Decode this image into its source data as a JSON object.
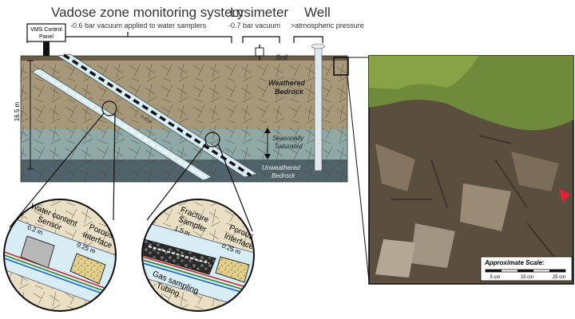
{
  "headers": {
    "vms_title": "Vadose zone monitoring system",
    "vms_sub": "-0.6 bar vacuum applied to water samplers",
    "lys_title": "Lysimeter",
    "lys_sub": "-0.7 bar vacuum",
    "well_title": "Well",
    "well_sub": ">atmospheric pressure"
  },
  "labels": {
    "control_panel": [
      "VMS Control",
      "Panel"
    ],
    "depth": "16.5 m",
    "pipe_dim": "0.25 m",
    "soil": "Soil",
    "weathered": [
      "Weathered",
      "Bedrock"
    ],
    "seasonal": [
      "Seasonally",
      "Saturated"
    ],
    "unweathered": [
      "Unweathered",
      "Bedrock"
    ]
  },
  "inset_left": {
    "sensor": [
      "Water content",
      "Sensor"
    ],
    "sensor_dim": "0.2 m",
    "porous": [
      "Porous",
      "Interface"
    ],
    "porous_dim": "0.25 m"
  },
  "inset_right": {
    "fracture": [
      "Fracture",
      "Sampler"
    ],
    "fracture_dim": "1.5 m",
    "porous": [
      "Porous",
      "Interface"
    ],
    "porous_dim": "0.25 m",
    "tubing": [
      "Gas sampling",
      "Tubing"
    ]
  },
  "scale": {
    "title": "Approximate Scale:",
    "ticks": [
      "5 cm",
      "15 cm",
      "25 cm"
    ]
  },
  "colors": {
    "soil": "#6b5a44",
    "weathered": "#a8987a",
    "saturated": "#8fa9a6",
    "unweathered": "#51636a",
    "pipe": "#d7ecf3",
    "callout": "#e8dfc4"
  }
}
